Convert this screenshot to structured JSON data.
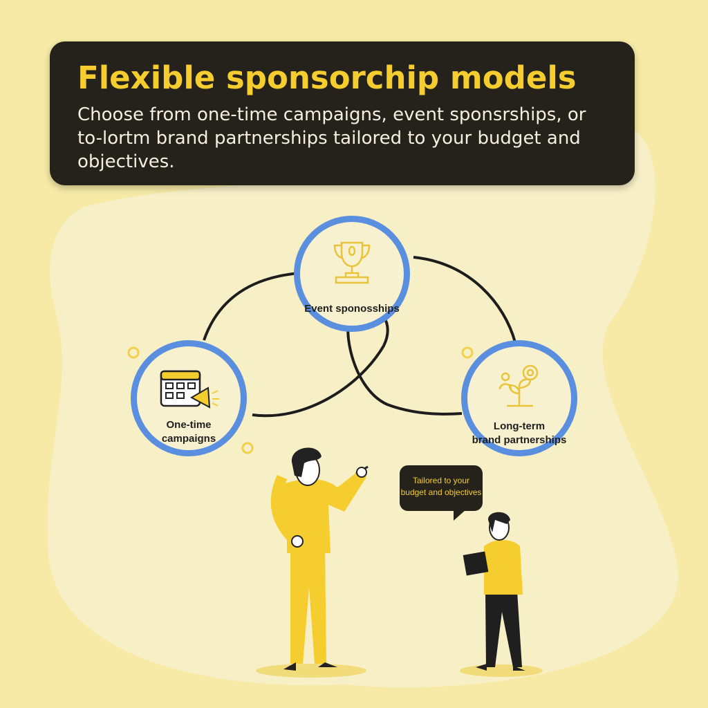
{
  "header": {
    "title": "Flexible sponsorchip models",
    "description": "Choose from one-time campaigns, event sponsrships, or to-lortm brand partnerships tailored to your budget and objectives."
  },
  "nodes": {
    "event": {
      "label": "Event sponosships",
      "icon": "trophy-icon"
    },
    "one_time": {
      "label_line1": "One-time",
      "label_line2": "campaigns",
      "icon": "calendar-megaphone-icon"
    },
    "long_term": {
      "label_line1": "Long-term",
      "label_line2": "brand partnerships",
      "icon": "plant-growth-icon"
    }
  },
  "bubble": {
    "line1": "Tailored to your",
    "line2": "budget and objectives"
  },
  "colors": {
    "background": "#f6eaa6",
    "header_bg": "#24221a",
    "accent_yellow": "#f5cd2e",
    "ring_blue": "#5a8fe0"
  }
}
